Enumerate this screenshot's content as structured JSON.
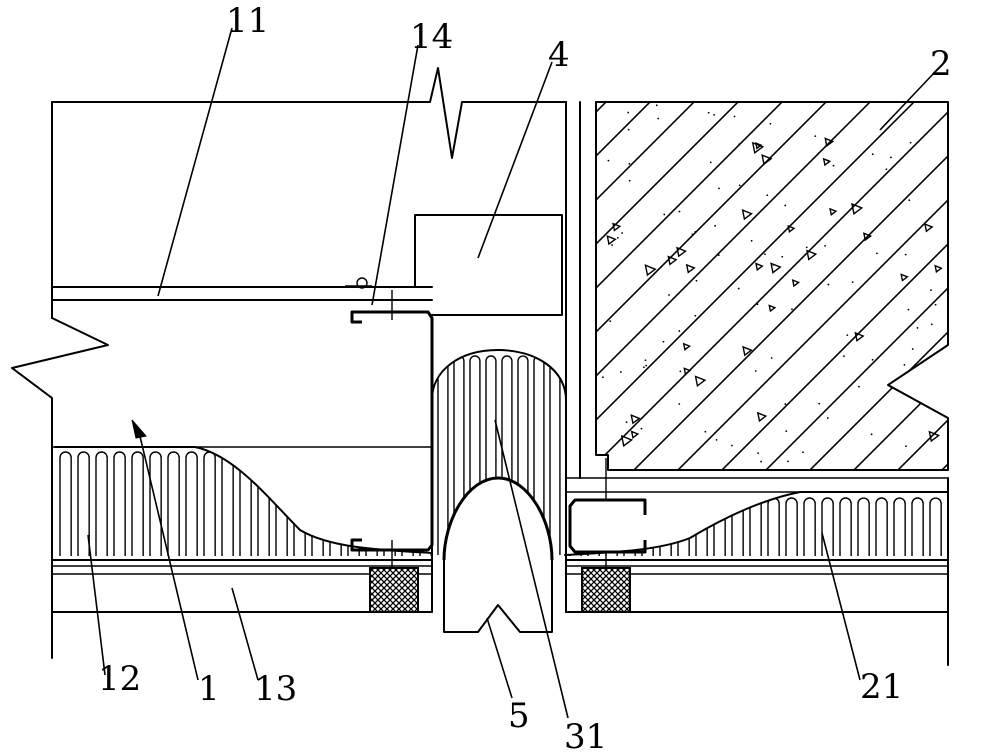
{
  "callouts": {
    "c11": "11",
    "c14": "14",
    "c4": "4",
    "c2": "2",
    "c12": "12",
    "c1": "1",
    "c13": "13",
    "c5": "5",
    "c31": "31",
    "c21": "21"
  }
}
